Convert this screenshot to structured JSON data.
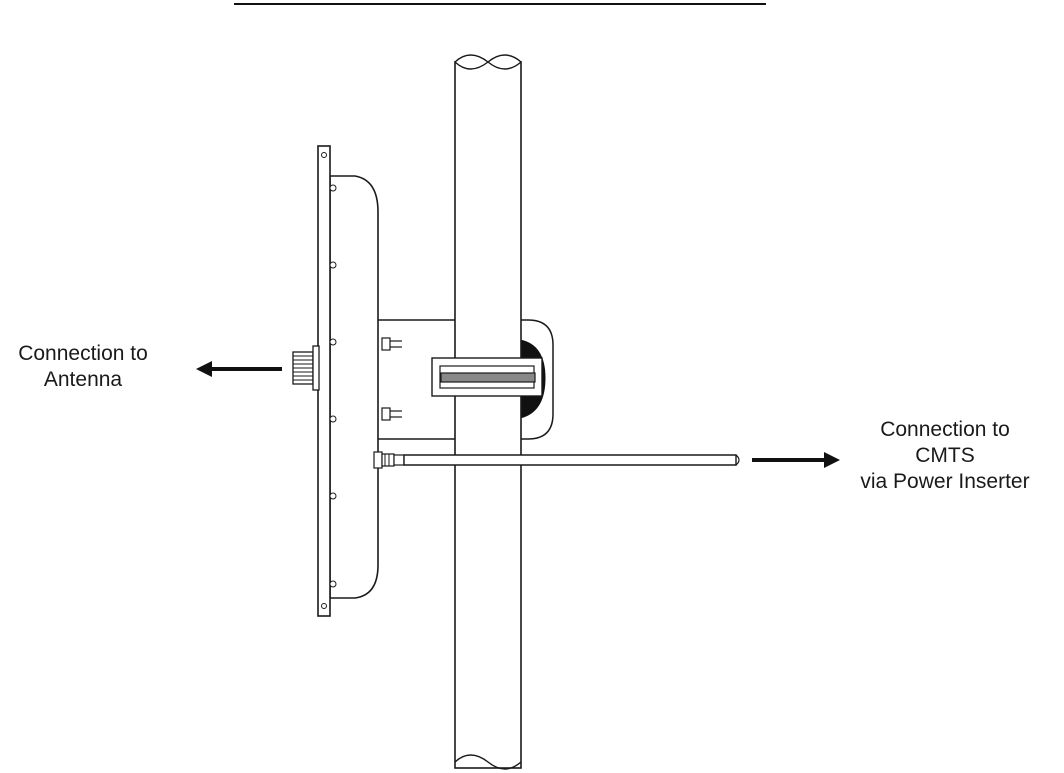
{
  "labels": {
    "antenna": {
      "line1": "Connection to",
      "line2": "Antenna"
    },
    "cmts": {
      "line1": "Connection to",
      "line2": "CMTS",
      "line3": "via Power Inserter"
    }
  },
  "colors": {
    "line": "#1a1a1a",
    "fill": "#ffffff",
    "dark": "#111111"
  }
}
